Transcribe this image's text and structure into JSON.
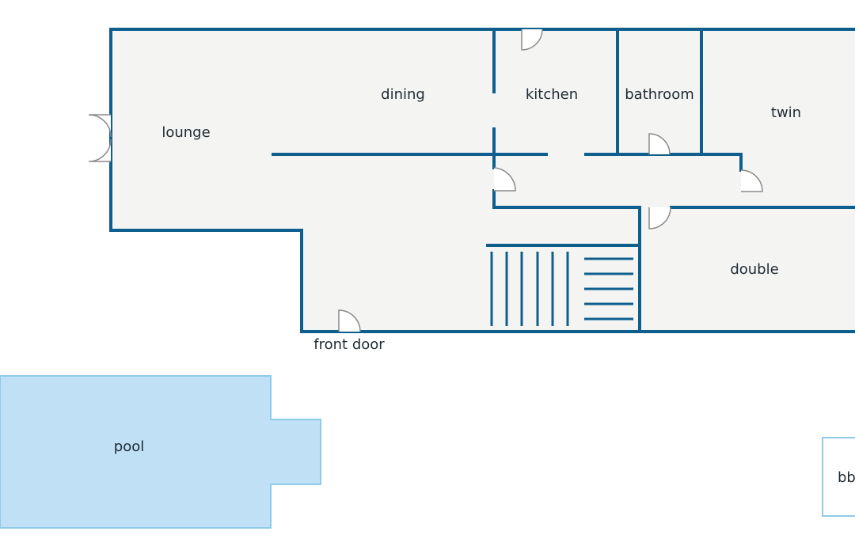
{
  "colors": {
    "wall": "#0e5f8e",
    "floor": "#f4f4f3",
    "door": "#8a8a8a",
    "pool_fill": "#bfe0f5",
    "pool_stroke": "#8fcbe8",
    "bbq_stroke": "#8fcbe8",
    "background": "#ffffff"
  },
  "rooms": {
    "lounge": "lounge",
    "dining": "dining",
    "kitchen": "kitchen",
    "bathroom": "bathroom",
    "twin": "twin",
    "double": "double"
  },
  "entrance": {
    "front_door": "front door"
  },
  "outdoor": {
    "pool": "pool",
    "bbq": "bbq"
  },
  "icons": {
    "door": "door-swing-icon",
    "stairs": "stairs-icon"
  }
}
